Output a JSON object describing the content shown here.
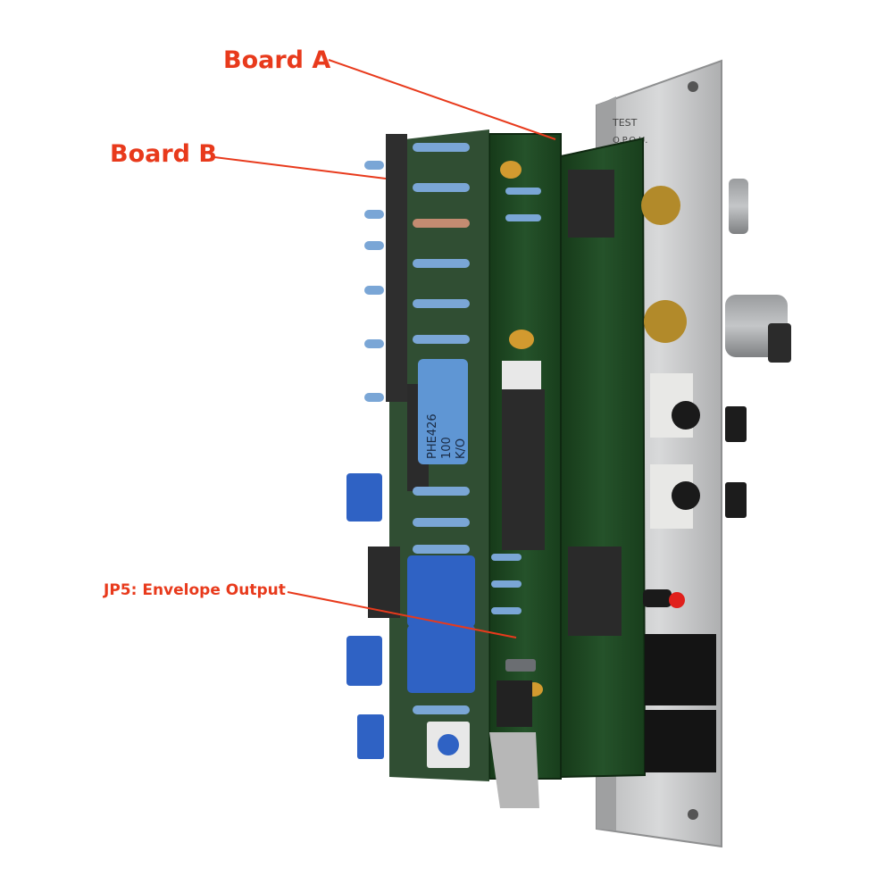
{
  "callouts": {
    "board_a": "Board A",
    "board_b": "Board B",
    "jp5": "JP5: Envelope Output"
  },
  "panel": {
    "label_line1": "TEST",
    "label_line2": "O.P.O.U."
  },
  "components": {
    "capacitor_line1": "PHE426",
    "capacitor_line2": "100",
    "capacitor_line3": "K/O"
  },
  "colors": {
    "callout": "#e83a1c",
    "pcb_green": "#1f4a22",
    "panel_silver": "#c9cacb",
    "trimmer_blue": "#2f62c4",
    "led_red": "#e0201c"
  }
}
